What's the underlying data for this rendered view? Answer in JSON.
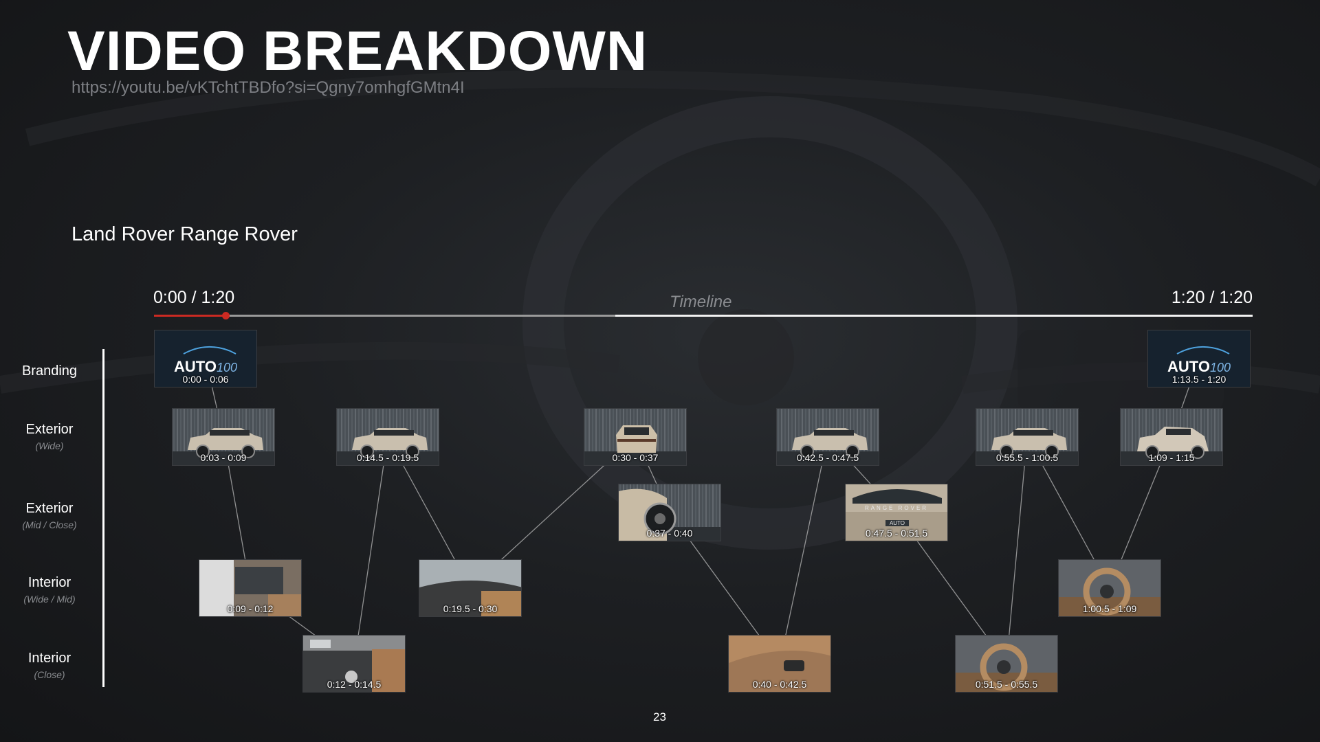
{
  "title": "VIDEO BREAKDOWN",
  "url": "https://youtu.be/vKTchtTBDfo?si=Qgny7omhgfGMtn4I",
  "subtitle": "Land Rover Range Rover",
  "timeline": {
    "label": "Timeline",
    "start": "0:00 / 1:20",
    "end": "1:20 / 1:20",
    "played_fraction": 0.065,
    "buffered_fraction": 0.42,
    "played_color": "#cc2a22"
  },
  "rows": [
    {
      "id": "branding",
      "label": "Branding",
      "sublabel": ""
    },
    {
      "id": "exterior-wide",
      "label": "Exterior",
      "sublabel": "(Wide)"
    },
    {
      "id": "exterior-mid",
      "label": "Exterior",
      "sublabel": "(Mid / Close)"
    },
    {
      "id": "interior-wide",
      "label": "Interior",
      "sublabel": "(Wide / Mid)"
    },
    {
      "id": "interior-close",
      "label": "Interior",
      "sublabel": "(Close)"
    }
  ],
  "clips": [
    {
      "time": "0:00 - 0:06",
      "row": "branding",
      "kind": "logo",
      "logo_main": "AUTO",
      "logo_sub": "100"
    },
    {
      "time": "0:03 - 0:09",
      "row": "exterior-wide",
      "kind": "car-side"
    },
    {
      "time": "0:09 - 0:12",
      "row": "interior-wide",
      "kind": "interior-door"
    },
    {
      "time": "0:12 - 0:14.5",
      "row": "interior-close",
      "kind": "interior-console"
    },
    {
      "time": "0:14.5 - 0:19.5",
      "row": "exterior-wide",
      "kind": "car-side"
    },
    {
      "time": "0:19.5 - 0:30",
      "row": "interior-wide",
      "kind": "interior-dash"
    },
    {
      "time": "0:30 - 0:37",
      "row": "exterior-wide",
      "kind": "car-rear"
    },
    {
      "time": "0:37 - 0:40",
      "row": "exterior-mid",
      "kind": "car-wheel"
    },
    {
      "time": "0:40 - 0:42.5",
      "row": "interior-close",
      "kind": "interior-seat-control"
    },
    {
      "time": "0:42.5 - 0:47.5",
      "row": "exterior-wide",
      "kind": "car-side"
    },
    {
      "time": "0:47.5 - 0:51.5",
      "row": "exterior-mid",
      "kind": "car-tailgate",
      "badge_text": "RANGE ROVER",
      "plate_text": "AUTO"
    },
    {
      "time": "0:51.5 - 0:55.5",
      "row": "interior-close",
      "kind": "steering-wheel"
    },
    {
      "time": "0:55.5 - 1:00.5",
      "row": "exterior-wide",
      "kind": "car-side"
    },
    {
      "time": "1:00.5 - 1:09",
      "row": "interior-wide",
      "kind": "steering-wheel"
    },
    {
      "time": "1:09 - 1:15",
      "row": "exterior-wide",
      "kind": "car-front"
    },
    {
      "time": "1:13.5 - 1:20",
      "row": "branding",
      "kind": "logo",
      "logo_main": "AUTO",
      "logo_sub": "100"
    }
  ],
  "page_number": "23"
}
